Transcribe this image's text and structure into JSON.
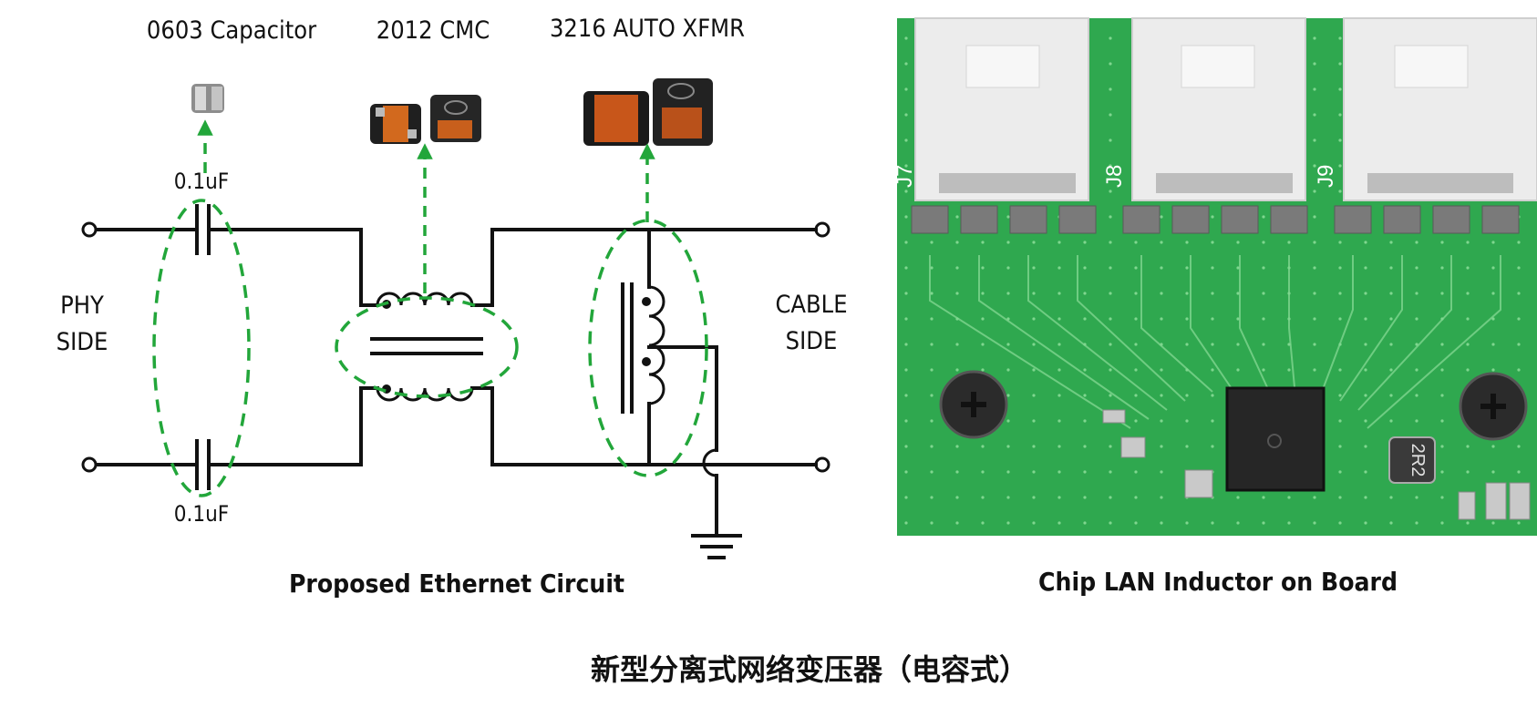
{
  "diagram": {
    "components": {
      "capacitor_label": "0603 Capacitor",
      "cmc_label": "2012 CMC",
      "xfmr_label": "3216 AUTO XFMR"
    },
    "cap_value_top": "0.1uF",
    "cap_value_bottom": "0.1uF",
    "phy_side": [
      "PHY",
      "SIDE"
    ],
    "cable_side": [
      "CABLE",
      "SIDE"
    ],
    "circuit_caption": "Proposed Ethernet Circuit",
    "board_caption": "Chip LAN Inductor on Board",
    "board_designators": [
      "J7",
      "J8",
      "J9"
    ],
    "inductor_marking": "2R2",
    "main_caption": "新型分离式网络变压器（电容式）",
    "colors": {
      "highlight": "#22a63a",
      "pcb": "#2fa84f",
      "connector": "#e9e9e9"
    }
  }
}
